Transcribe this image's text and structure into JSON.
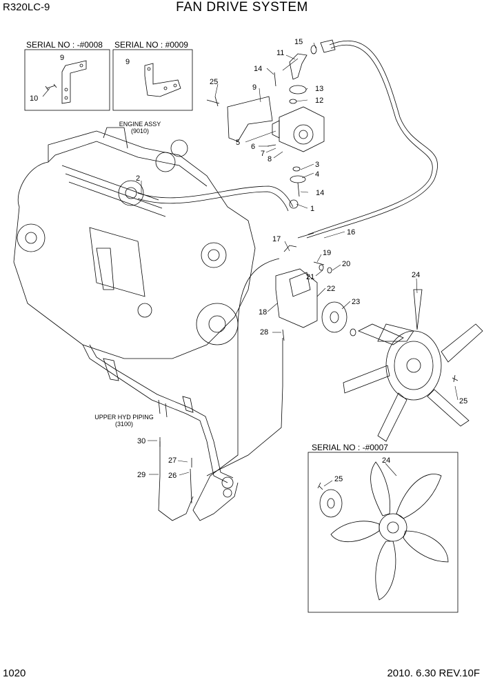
{
  "header": {
    "model": "R320LC-9",
    "title": "FAN DRIVE SYSTEM"
  },
  "footer": {
    "page": "1020",
    "revision": "2010. 6.30  REV.10F"
  },
  "insets": [
    {
      "serial": "SERIAL NO : -#0008"
    },
    {
      "serial": "SERIAL NO : #0009"
    },
    {
      "serial": "SERIAL NO : -#0007"
    }
  ],
  "notes": {
    "engine_assy": "ENGINE ASSY",
    "engine_ref": "(9010)",
    "upper_hyd": "UPPER HYD PIPING",
    "upper_hyd_ref": "(3100)"
  },
  "callouts": [
    "1",
    "2",
    "3",
    "4",
    "5",
    "6",
    "7",
    "8",
    "9",
    "10",
    "11",
    "12",
    "13",
    "14",
    "15",
    "16",
    "17",
    "18",
    "19",
    "20",
    "21",
    "22",
    "23",
    "24",
    "25",
    "26",
    "27",
    "28",
    "29",
    "30"
  ]
}
